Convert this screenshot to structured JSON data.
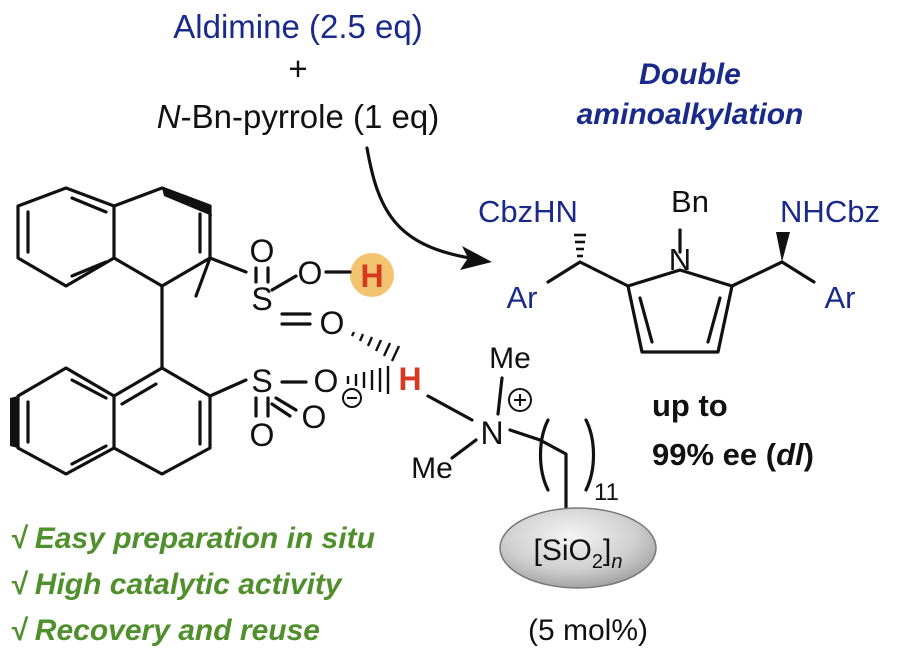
{
  "reagents": {
    "aldimine": "Aldimine (2.5 eq)",
    "plus": "+",
    "pyrrole_prefix": "N",
    "pyrrole_rest": "-Bn-pyrrole (1 eq)"
  },
  "reaction_title": {
    "line1": "Double",
    "line2": "aminoalkylation"
  },
  "product_labels": {
    "left_nh": "CbzHN",
    "right_nh": "NHCbz",
    "bn": "Bn",
    "n": "N",
    "ar_left": "Ar",
    "ar_right": "Ar"
  },
  "result": {
    "line1": "up to",
    "line2_main": "99% ee (",
    "line2_italic": "dl",
    "line2_end": ")"
  },
  "catalyst_labels": {
    "o": "O",
    "s": "S",
    "h": "H",
    "me": "Me",
    "n": "N",
    "subscript_11": "11",
    "silica": "[SiO",
    "silica_2": "2",
    "silica_close": "]",
    "silica_n": "n",
    "loading": "(5 mol%)"
  },
  "features": [
    "√ Easy preparation in situ",
    "√ High catalytic activity",
    "√ Recovery and reuse"
  ],
  "colors": {
    "blue": "#1a2a8c",
    "red": "#d8381f",
    "green": "#4f8f2c",
    "highlight": "#f2c46f",
    "silica_gray": "#bdbdbd"
  }
}
